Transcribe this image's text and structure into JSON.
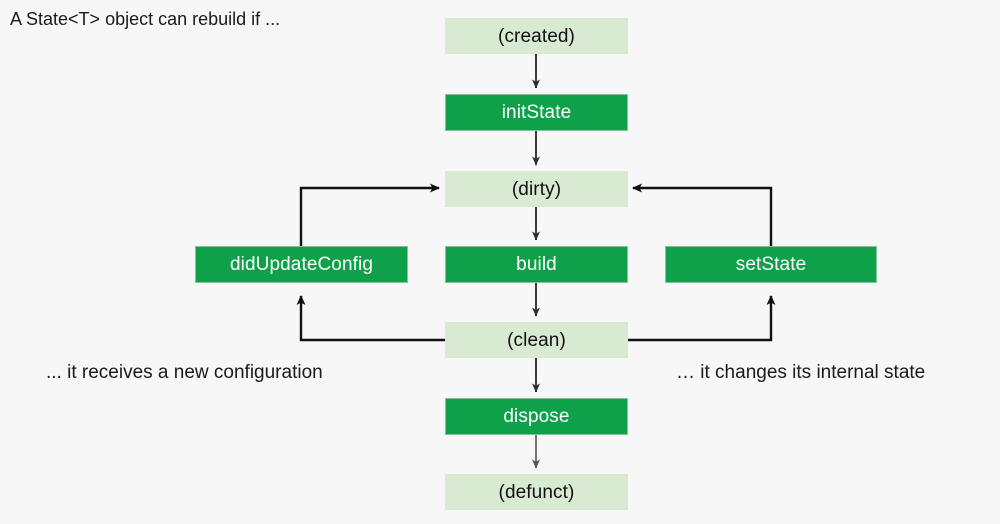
{
  "diagram": {
    "title": "A State<T> object can rebuild if ...",
    "background_color": "#f7f7f7",
    "state_node_color": "#d9ead3",
    "method_node_color": "#0fa04a",
    "edge_color": "#1a1a1a",
    "nodes": [
      {
        "id": "created",
        "label": "(created)",
        "kind": "state"
      },
      {
        "id": "initState",
        "label": "initState",
        "kind": "method"
      },
      {
        "id": "dirty",
        "label": "(dirty)",
        "kind": "state"
      },
      {
        "id": "didUpdateConfig",
        "label": "didUpdateConfig",
        "kind": "method"
      },
      {
        "id": "build",
        "label": "build",
        "kind": "method"
      },
      {
        "id": "setState",
        "label": "setState",
        "kind": "method"
      },
      {
        "id": "clean",
        "label": "(clean)",
        "kind": "state"
      },
      {
        "id": "dispose",
        "label": "dispose",
        "kind": "method"
      },
      {
        "id": "defunct",
        "label": "(defunct)",
        "kind": "state"
      }
    ],
    "captions": {
      "left": "... it receives a new configuration",
      "right": "… it changes its internal state"
    },
    "edges": [
      {
        "from": "created",
        "to": "initState"
      },
      {
        "from": "initState",
        "to": "dirty"
      },
      {
        "from": "dirty",
        "to": "build"
      },
      {
        "from": "build",
        "to": "clean"
      },
      {
        "from": "clean",
        "to": "dispose"
      },
      {
        "from": "dispose",
        "to": "defunct"
      },
      {
        "from": "clean",
        "to": "didUpdateConfig"
      },
      {
        "from": "didUpdateConfig",
        "to": "dirty"
      },
      {
        "from": "clean",
        "to": "setState"
      },
      {
        "from": "setState",
        "to": "dirty"
      }
    ]
  }
}
